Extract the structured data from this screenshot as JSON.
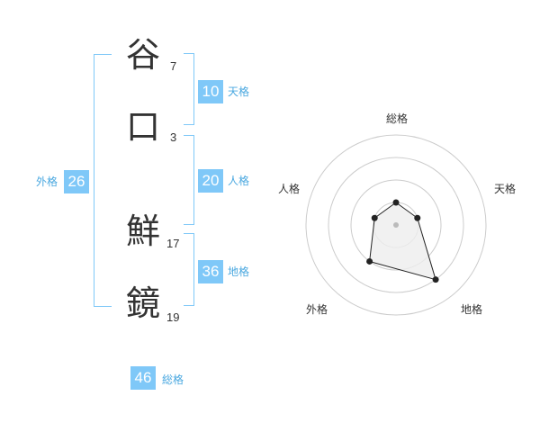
{
  "name": {
    "chars": [
      {
        "char": "谷",
        "strokes": "7"
      },
      {
        "char": "口",
        "strokes": "3"
      },
      {
        "char": "鮮",
        "strokes": "17"
      },
      {
        "char": "鏡",
        "strokes": "19"
      }
    ]
  },
  "fortunes": {
    "tenkaku": {
      "value": "10",
      "label": "天格"
    },
    "jinkaku": {
      "value": "20",
      "label": "人格"
    },
    "chikaku": {
      "value": "36",
      "label": "地格"
    },
    "gaikaku": {
      "value": "26",
      "label": "外格"
    },
    "soukaku": {
      "value": "46",
      "label": "総格"
    }
  },
  "chart_data": {
    "type": "radar",
    "axes": [
      "総格",
      "天格",
      "地格",
      "外格",
      "人格"
    ],
    "values": [
      1,
      1,
      3,
      2,
      1
    ],
    "rmax": 4,
    "rings": 4,
    "colors": {
      "line": "#222222",
      "fill": "#eeeeee",
      "ring": "#cccccc"
    }
  },
  "colors": {
    "accent": "#7fc8f8",
    "accent_text": "#4aa8e0"
  }
}
